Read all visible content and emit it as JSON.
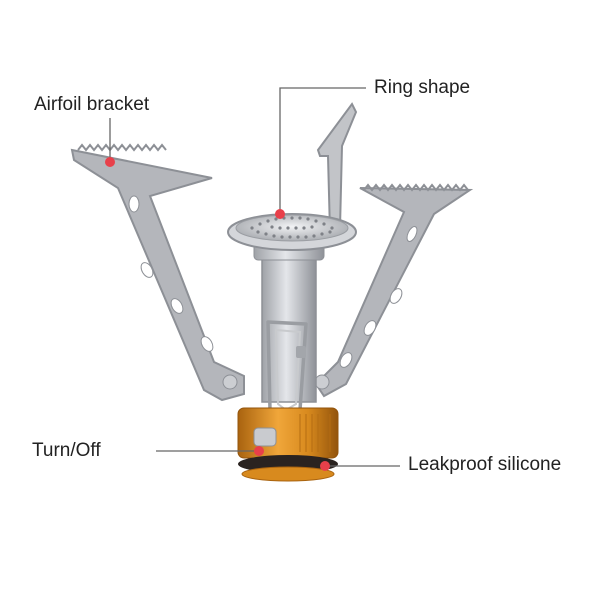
{
  "callouts": {
    "airfoil_bracket": "Airfoil bracket",
    "ring_shape": "Ring shape",
    "turn_off": "Turn/Off",
    "leakproof_silicone": "Leakproof silicone"
  },
  "colors": {
    "marker": "#e8404a",
    "leader_line": "#666666",
    "steel": "#b7b9bd",
    "steel_dark": "#8d9096",
    "brass": "#d88a1e",
    "brass_dark": "#a9630f",
    "gasket": "#2a2320"
  }
}
